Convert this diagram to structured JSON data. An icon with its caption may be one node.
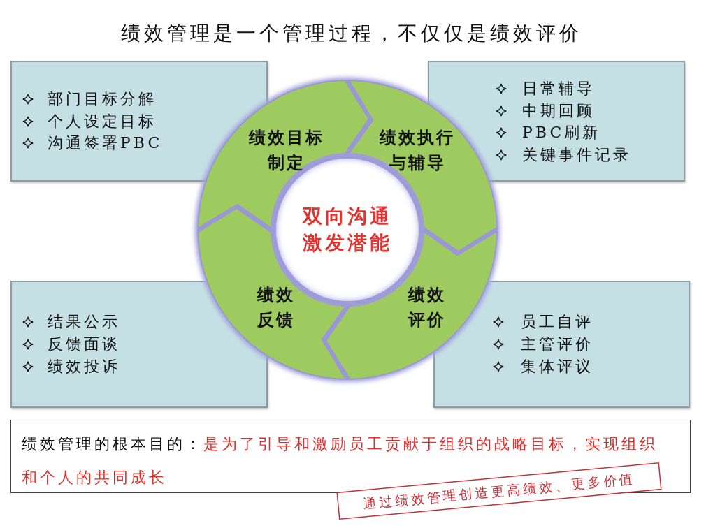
{
  "diagram": {
    "title": "绩效管理是一个管理过程，不仅仅是绩效评价",
    "nodes": [
      {
        "text": [
          "部门目标分解",
          "个人设定目标",
          "沟通签署PBC"
        ]
      },
      {
        "text": [
          "日常辅导",
          "中期回顾",
          "PBC刷新",
          "关键事件记录"
        ]
      },
      {
        "text": [
          "绩效目标制定"
        ]
      },
      {
        "text": [
          "绩效执行与辅导"
        ]
      },
      {
        "text": [
          "双向沟通激发潜能"
        ]
      },
      {
        "text": [
          "绩效反馈"
        ]
      },
      {
        "text": [
          "绩效评价"
        ]
      },
      {
        "text": [
          "结果公示",
          "反馈面谈",
          "绩效投诉"
        ]
      },
      {
        "text": [
          "员工自评",
          "主管评价",
          "集体评议"
        ]
      },
      {
        "text": [
          "绩效管理的根本目的：",
          "是为了引导和激励员工贡献于组织的战略目标，实现组织和个人的共同成长"
        ]
      },
      {
        "text": [
          "通过绩效管理创造更高绩效、更多价值"
        ]
      }
    ]
  }
}
